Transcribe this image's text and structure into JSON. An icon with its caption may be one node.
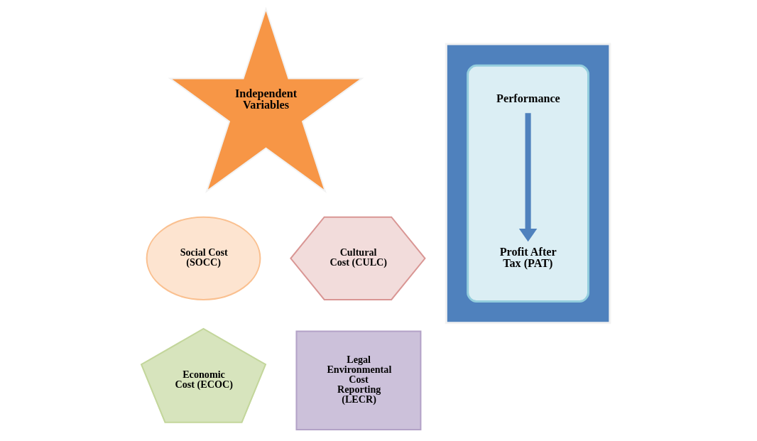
{
  "diagram": {
    "nodes": [
      {
        "text": [
          "Independent Variables"
        ]
      },
      {
        "text": [
          "Social Cost (SOCC)"
        ]
      },
      {
        "text": [
          "Cultural Cost (CULC)"
        ]
      },
      {
        "text": [
          "Economic Cost (ECOC)"
        ]
      },
      {
        "text": [
          "Legal Environmental Cost Reporting (LECR)"
        ]
      },
      {
        "text": [],
        "shape": "box"
      },
      {
        "text": [],
        "shape": "star",
        "in": 5
      },
      {
        "text": [
          "Performance"
        ],
        "in": 6
      },
      {
        "text": [
          "Profit After Tax (PAT)"
        ],
        "in": 6
      }
    ],
    "edges": [
      {
        "from": 7,
        "to": 8,
        "arrow": "to",
        "color": "#4f81bd"
      }
    ]
  }
}
